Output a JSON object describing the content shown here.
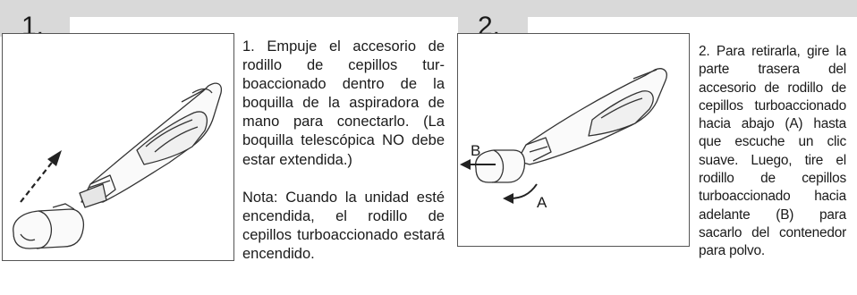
{
  "steps": [
    {
      "number": "1.",
      "instruction": "1. Empuje el accesorio de rodillo de cepillos tur­boaccionado dentro de la boquilla de la aspiradora de mano para conectarlo. (La boquilla telescópica NO debe estar extendida.)",
      "note": "Nota: Cuando la unidad esté encendida, el rodillo de cepillos turboaccionado estará encendido."
    },
    {
      "number": "2.",
      "instruction": "2. Para retirarla, gire la parte trasera del accesorio de rodillo de cepillos turboac­cionado hacia abajo (A) hasta que escuche un clic suave. Luego, tire el rodillo de cep­illos turboaccionado hacia adelante (B) para sacarlo del con­tenedor para polvo.",
      "label_a": "A",
      "label_b": "B"
    }
  ],
  "colors": {
    "band": "#d9d9d9",
    "border": "#555555"
  },
  "icons": [
    "vacuum-illustration",
    "insert-arrow-icon",
    "rotate-arrow-icon",
    "pull-arrow-icon"
  ]
}
